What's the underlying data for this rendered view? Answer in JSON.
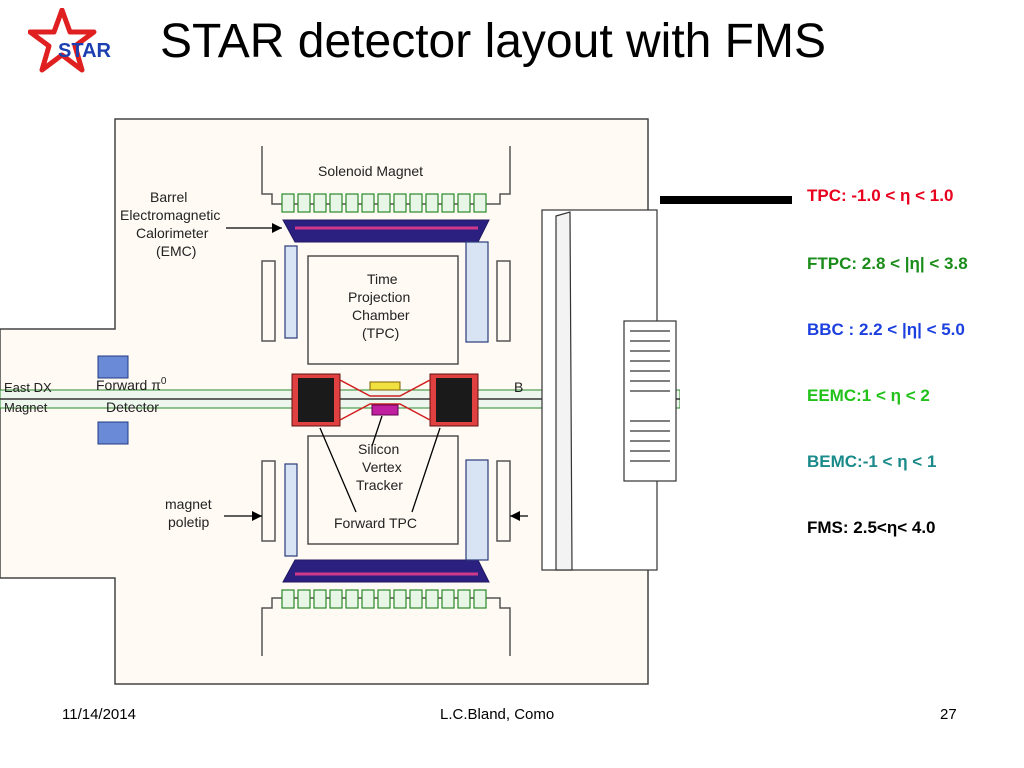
{
  "title": "STAR detector layout with FMS",
  "logo": {
    "text": "STAR",
    "star_color": "#e02020",
    "text_color": "#1b3fb0"
  },
  "diagram": {
    "labels": {
      "solenoid": "Solenoid Magnet",
      "emc_line1": "Barrel",
      "emc_line2": "Electromagnetic",
      "emc_line3": "Calorimeter",
      "emc_line4": "(EMC)",
      "tpc_line1": "Time",
      "tpc_line2": "Projection",
      "tpc_line3": "Chamber",
      "tpc_line4": "(TPC)",
      "east_dx_line1": "East DX",
      "east_dx_line2": "Magnet",
      "fpd_line1": "Forward π",
      "fpd_sup": "0",
      "fpd_line2": "Detector",
      "b_label": "B",
      "svt_line1": "Silicon",
      "svt_line2": "Vertex",
      "svt_line3": "Tracker",
      "ftpc": "Forward TPC",
      "poletip_line1": "magnet",
      "poletip_line2": "poletip"
    }
  },
  "eta_ranges": [
    {
      "text": "TPC: -1.0 < η < 1.0",
      "color": "#e8001e"
    },
    {
      "text": "FTPC: 2.8 < |η| < 3.8",
      "color": "#1a8c1a"
    },
    {
      "text": "BBC : 2.2 < |η| < 5.0",
      "color": "#1c3fe0"
    },
    {
      "text": "EEMC:1 < η < 2",
      "color": "#22c21a"
    },
    {
      "text": "BEMC:-1 < η < 1",
      "color": "#1b8a8a"
    },
    {
      "text": "FMS: 2.5<η< 4.0",
      "color": "#000000"
    }
  ],
  "footer": {
    "date": "11/14/2014",
    "author": "L.C.Bland, Como",
    "page": "27"
  }
}
